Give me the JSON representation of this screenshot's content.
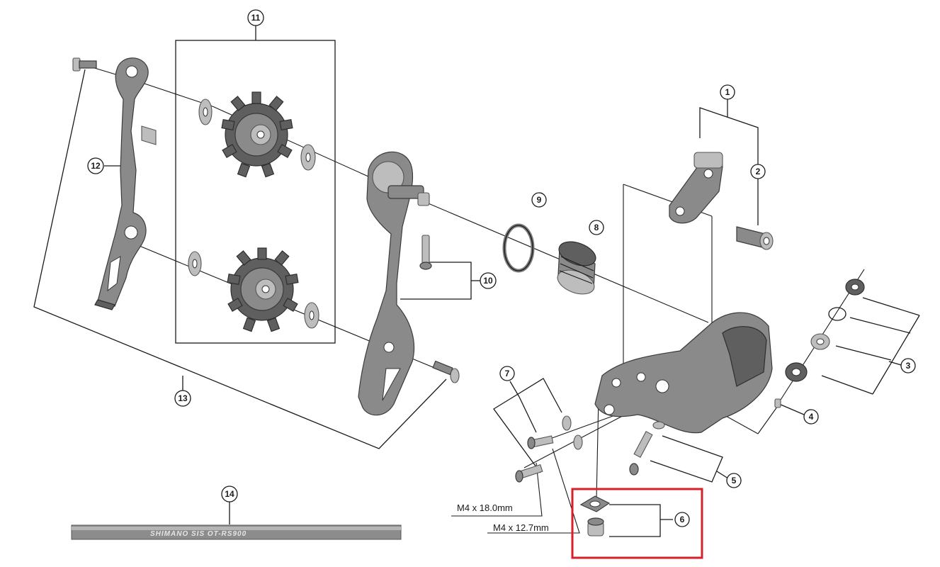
{
  "callouts": [
    {
      "id": "callout-1",
      "number": "1"
    },
    {
      "id": "callout-2",
      "number": "2"
    },
    {
      "id": "callout-3",
      "number": "3"
    },
    {
      "id": "callout-4",
      "number": "4"
    },
    {
      "id": "callout-5",
      "number": "5"
    },
    {
      "id": "callout-6",
      "number": "6"
    },
    {
      "id": "callout-7",
      "number": "7"
    },
    {
      "id": "callout-8",
      "number": "8"
    },
    {
      "id": "callout-9",
      "number": "9"
    },
    {
      "id": "callout-10",
      "number": "10"
    },
    {
      "id": "callout-11",
      "number": "11"
    },
    {
      "id": "callout-12",
      "number": "12"
    },
    {
      "id": "callout-13",
      "number": "13"
    },
    {
      "id": "callout-14",
      "number": "14"
    }
  ],
  "bolt_specs": {
    "m4_18": "M4 x 18.0mm",
    "m4_12_7": "M4 x 12.7mm"
  },
  "cable_text": "SHIMANO SIS   OT-RS900",
  "highlight_color": "#d6212b"
}
